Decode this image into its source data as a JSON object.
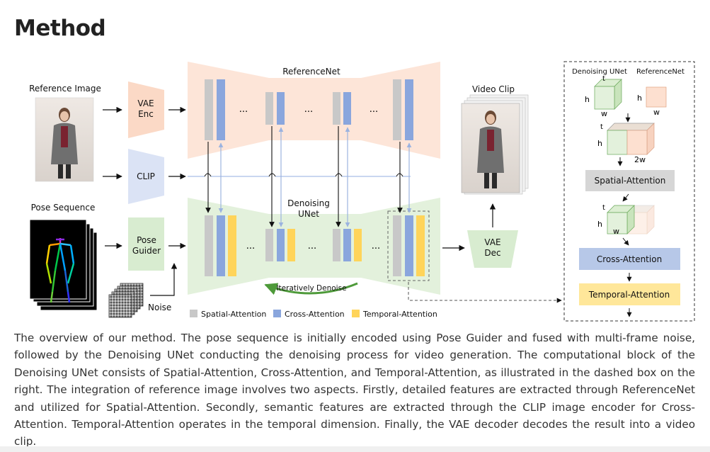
{
  "page": {
    "title": "Method"
  },
  "figure": {
    "reference_image_label": "Reference Image",
    "pose_sequence_label": "Pose Sequence",
    "vae_enc_label_1": "VAE",
    "vae_enc_label_2": "Enc",
    "clip_label": "CLIP",
    "pose_guider_label_1": "Pose",
    "pose_guider_label_2": "Guider",
    "noise_label": "Noise",
    "referencenet_label": "ReferenceNet",
    "denoising_unet_label_1": "Denoising",
    "denoising_unet_label_2": "UNet",
    "ellipsis": "...",
    "iteratively_denoise_label": "Iteratively Denoise",
    "video_clip_label": "Video Clip",
    "vae_dec_label_1": "VAE",
    "vae_dec_label_2": "Dec",
    "legend": [
      {
        "label": "Spatial-Attention",
        "color": "#c8c8c8"
      },
      {
        "label": "Cross-Attention",
        "color": "#8aa6dd"
      },
      {
        "label": "Temporal-Attention",
        "color": "#ffd45a"
      }
    ],
    "detail_box": {
      "header_left": "Denoising UNet",
      "header_right": "ReferenceNet",
      "dim_t": "t",
      "dim_h": "h",
      "dim_w": "w",
      "dim_2w": "2w",
      "spatial_label": "Spatial-Attention",
      "cross_label": "Cross-Attention",
      "temporal_label": "Temporal-Attention"
    },
    "colors": {
      "reference_bg": "#fde5d8",
      "denoising_bg": "#e3f1dc",
      "spatial_block": "#c8c8c8",
      "cross_block": "#8aa6dd",
      "temporal_block": "#ffd45a",
      "clip_box": "#dbe3f5",
      "vae_enc_box": "#fbd9c6",
      "pose_guider_box": "#d8ecd0",
      "vae_dec_box": "#d8ecd0",
      "arrow_green": "#4e9a3a"
    }
  },
  "caption": "The overview of our method. The pose sequence is initially encoded using Pose Guider and fused with multi-frame noise, followed by the Denoising UNet conducting the denoising process for video generation. The computational block of the Denoising UNet consists of Spatial-Attention, Cross-Attention, and Temporal-Attention, as illustrated in the dashed box on the right. The integration of reference image involves two aspects. Firstly, detailed features are extracted through ReferenceNet and utilized for Spatial-Attention. Secondly, semantic features are extracted through the CLIP image encoder for Cross-Attention. Temporal-Attention operates in the temporal dimension. Finally, the VAE decoder decodes the result into a video clip."
}
